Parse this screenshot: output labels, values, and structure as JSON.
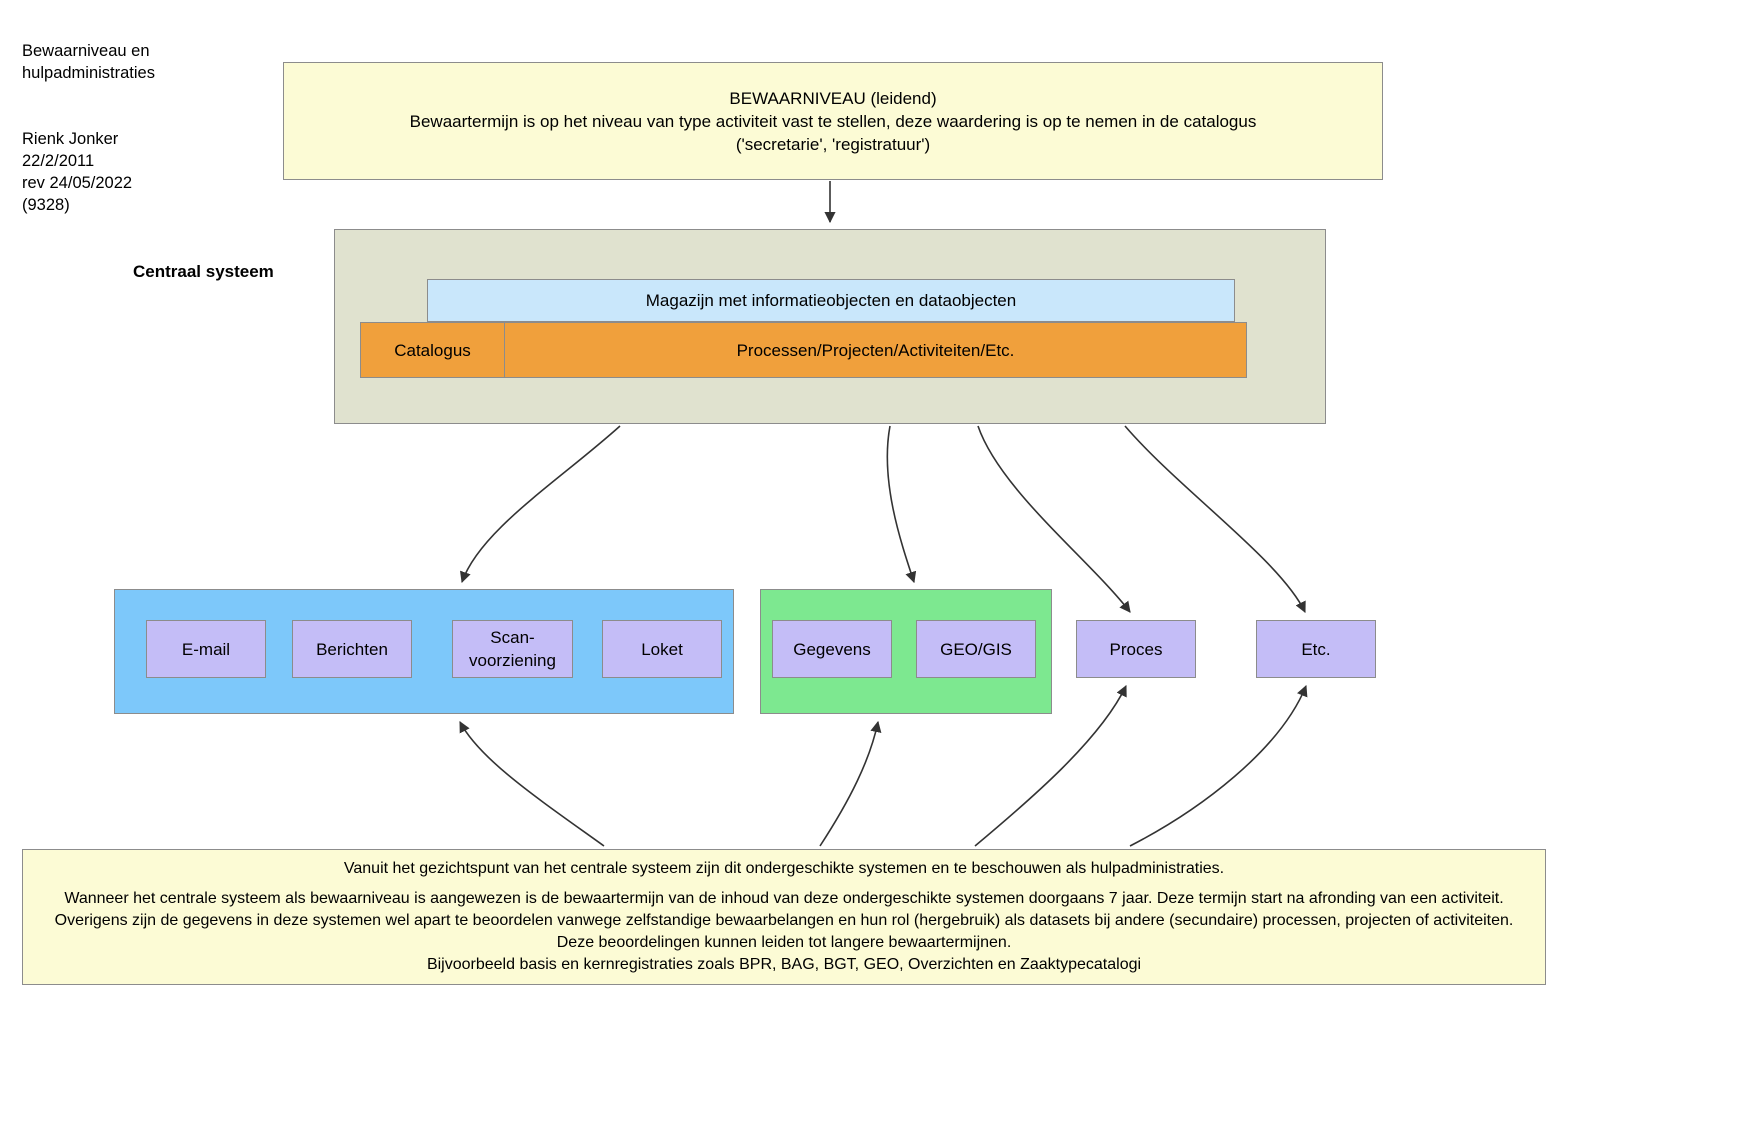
{
  "title_block": {
    "heading": "Bewaarniveau en\nhulpadministraties",
    "meta": "Rienk Jonker\n22/2/2011\nrev 24/05/2022\n(9328)"
  },
  "top_note": {
    "line1": "BEWAARNIVEAU (leidend)",
    "line2": "Bewaartermijn is op het niveau van type activiteit vast te stellen, deze waardering is op te nemen in de catalogus",
    "line3": "('secretarie', 'registratuur')"
  },
  "central": {
    "label": "Centraal systeem",
    "magazijn": "Magazijn met informatieobjecten en dataobjecten",
    "catalogus": "Catalogus",
    "processen": "Processen/Projecten/Activiteiten/Etc."
  },
  "groups": {
    "blue_items": [
      "E-mail",
      "Berichten",
      "Scan-\nvoorziening",
      "Loket"
    ],
    "green_items": [
      "Gegevens",
      "GEO/GIS"
    ],
    "standalone_items": [
      "Proces",
      "Etc."
    ]
  },
  "bottom_note": {
    "line1": "Vanuit het gezichtspunt van het centrale systeem zijn dit ondergeschikte systemen en te beschouwen als hulpadministraties.",
    "line2": "Wanneer het centrale systeem als bewaarniveau is aangewezen is de bewaartermijn van de inhoud van deze ondergeschikte systemen doorgaans 7 jaar. Deze termijn start na afronding van een activiteit.",
    "line3": "Overigens zijn de gegevens in deze systemen wel apart te beoordelen vanwege zelfstandige bewaarbelangen en hun rol (hergebruik) als datasets bij andere (secundaire) processen, projecten of activiteiten.",
    "line4": "Deze beoordelingen kunnen leiden tot langere bewaartermijnen.",
    "line5": "Bijvoorbeeld basis en kernregistraties zoals BPR, BAG, BGT, GEO, Overzichten en Zaaktypecatalogi"
  },
  "colors": {
    "yellow": "#fcfbd5",
    "grey": "#e0e2cf",
    "light_blue": "#c9e7fb",
    "orange": "#f0a03c",
    "blue": "#7dc8fa",
    "green": "#7de890",
    "purple": "#c4bdf7",
    "border": "#8c8c8c",
    "edge": "#333333"
  }
}
